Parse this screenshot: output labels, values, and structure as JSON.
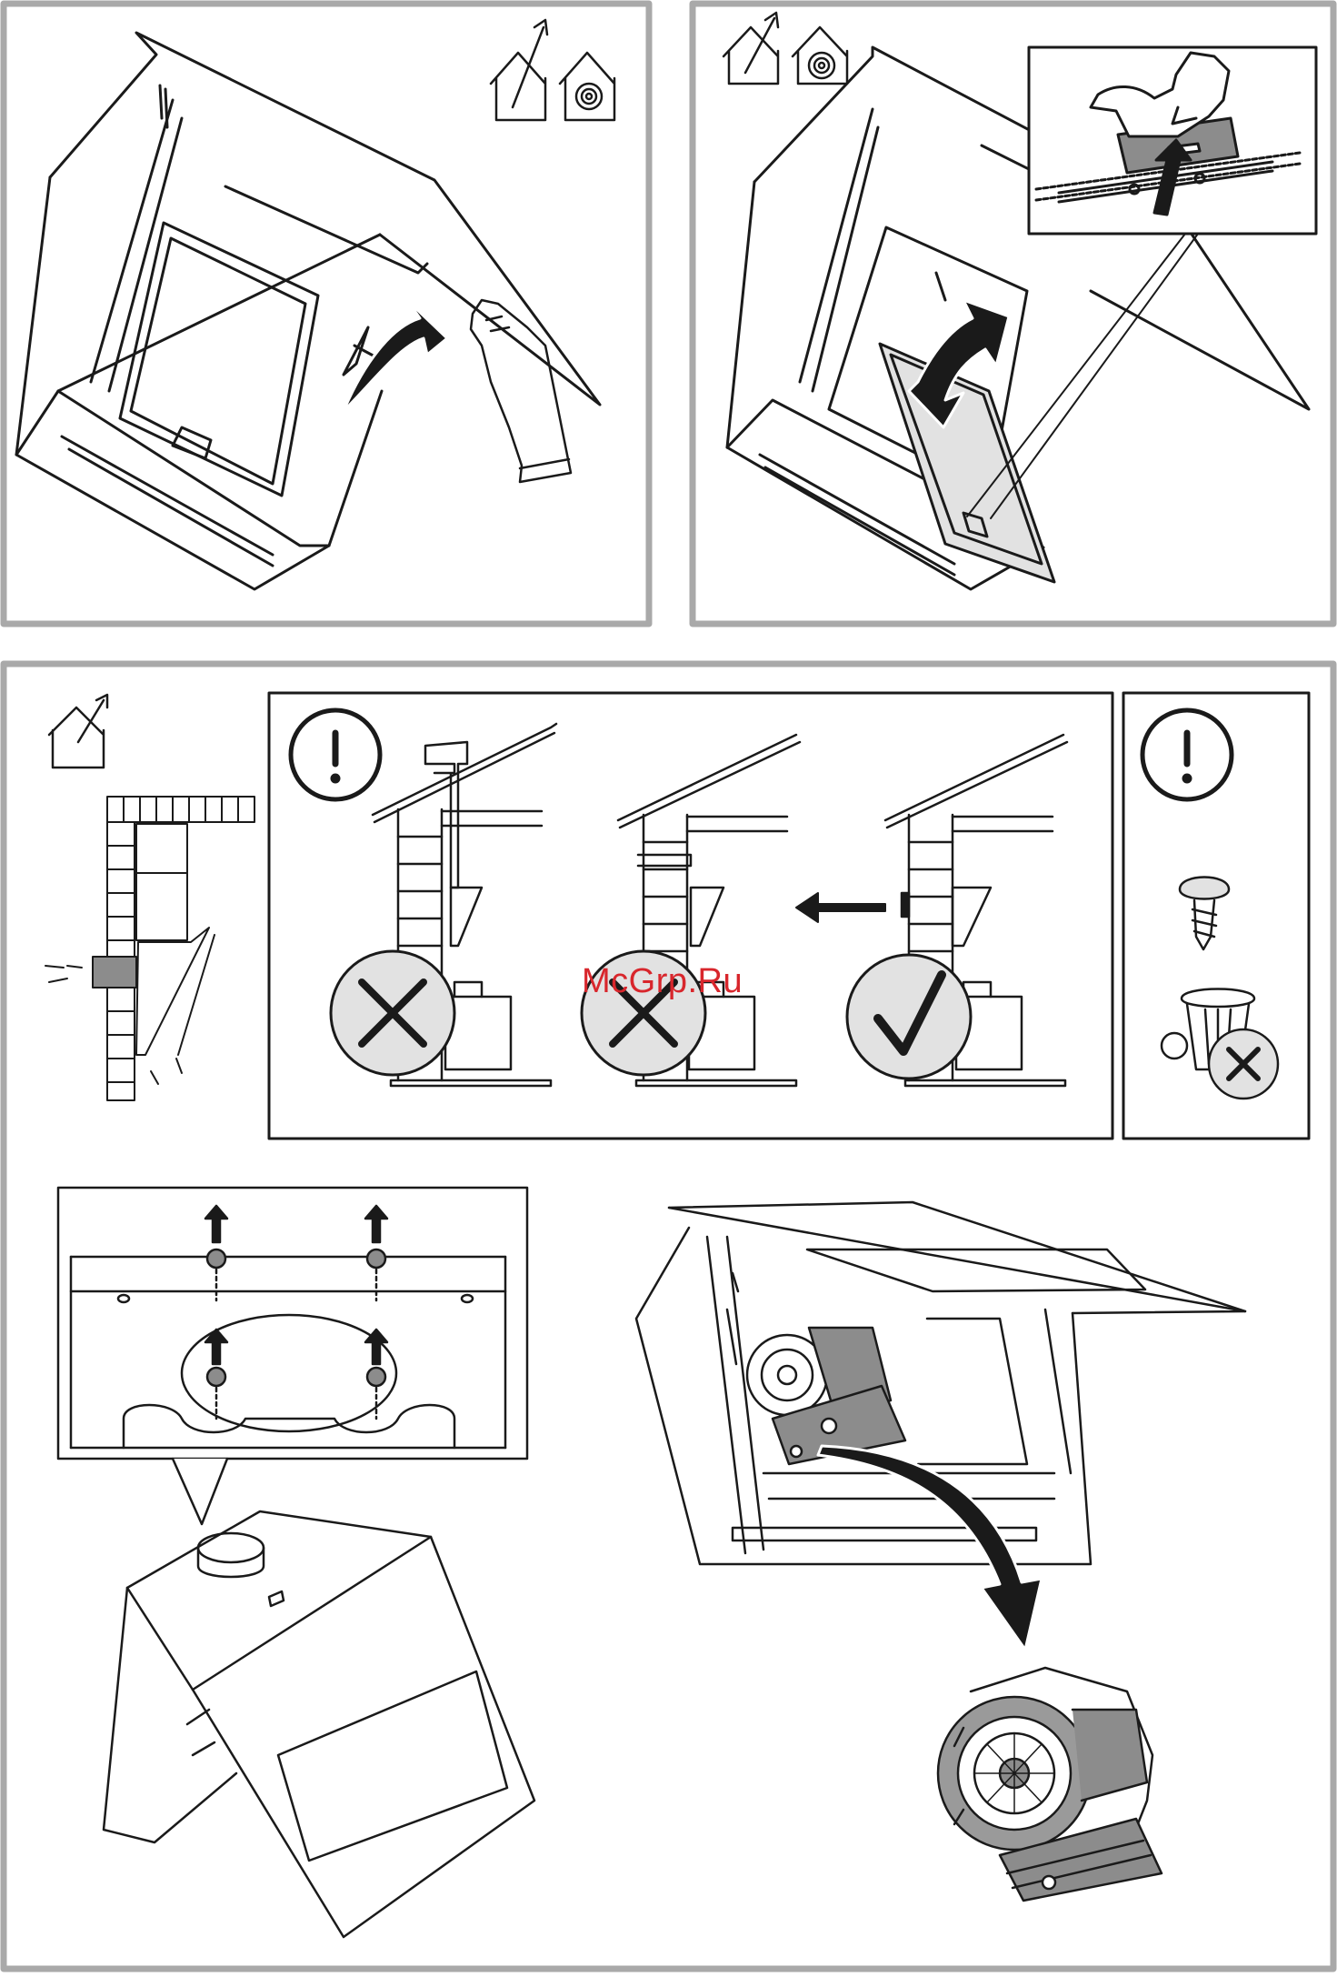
{
  "watermark": {
    "text": "McGrp.Ru",
    "color": "#d8262c"
  },
  "colors": {
    "frame": "#a9a9a9",
    "ink": "#1a1a1a",
    "filter_fill": "#e2e2e2",
    "motor_fill": "#8c8c8c"
  },
  "panels": [
    {
      "id": "step-1",
      "icons": [
        "duct-extraction-icon",
        "recirculation-icon"
      ],
      "arrow": "lift-panel-arrow"
    },
    {
      "id": "step-2",
      "icons": [
        "duct-extraction-icon",
        "recirculation-icon"
      ],
      "arrow": "filter-removal-arrow"
    },
    {
      "id": "step-3",
      "icons": [
        "duct-extraction-icon",
        "warning-icon",
        "warning-icon"
      ],
      "checks": [
        {
          "result": "wrong",
          "icon": "cross-icon"
        },
        {
          "result": "wrong",
          "icon": "cross-icon"
        },
        {
          "result": "correct",
          "icon": "check-icon"
        }
      ],
      "side_icons": [
        "screw-icon",
        "waste-bin-crossed-icon"
      ]
    }
  ]
}
